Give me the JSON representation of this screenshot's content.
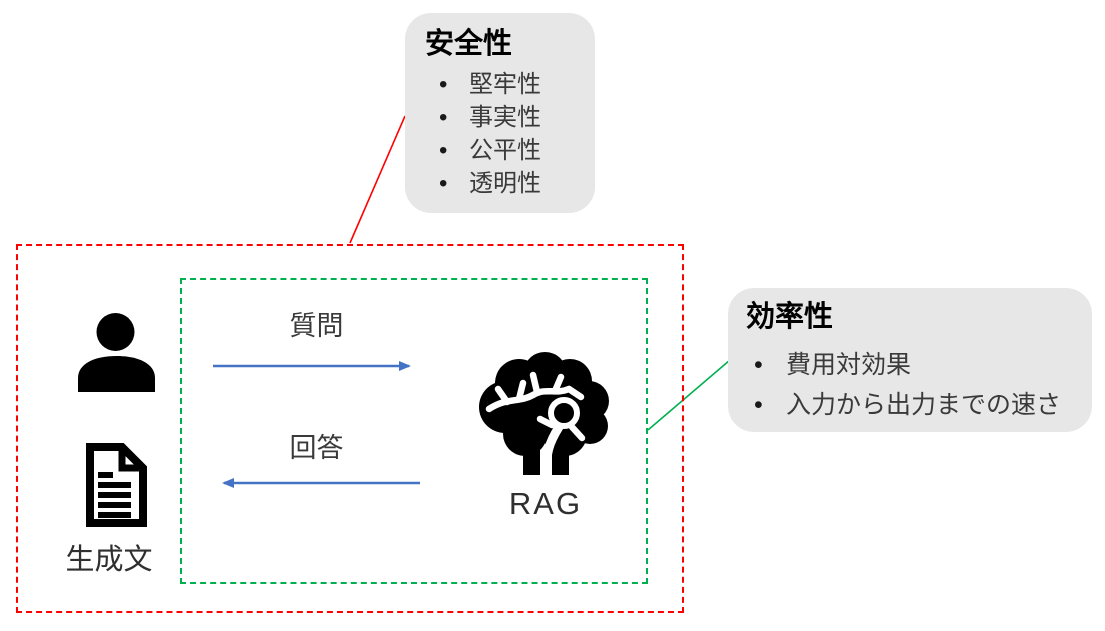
{
  "cards": {
    "safety": {
      "title": "安全性",
      "items": [
        "堅牢性",
        "事実性",
        "公平性",
        "透明性"
      ]
    },
    "efficiency": {
      "title": "効率性",
      "items": [
        "費用対効果",
        "入力から出力までの速さ"
      ]
    }
  },
  "diagram": {
    "question_label": "質問",
    "answer_label": "回答",
    "rag_label": "RAG",
    "generated_text_label": "生成文",
    "icons": {
      "user": "person-icon",
      "generated_document": "document-icon",
      "rag_system": "brain-icon"
    }
  },
  "colors": {
    "outer_frame": "#ff0000",
    "inner_frame": "#00b050",
    "arrow": "#4472c4",
    "card_bg": "#e7e7e7",
    "connector_safety": "#ff0000",
    "connector_efficiency": "#00b050"
  }
}
